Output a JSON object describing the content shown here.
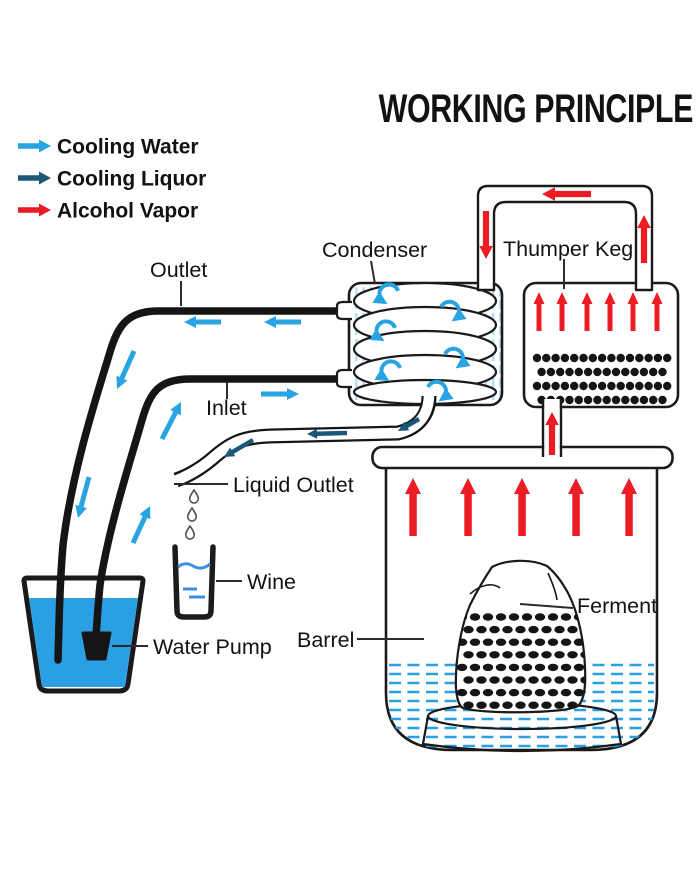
{
  "title": "WORKING PRINCIPLE",
  "legend": {
    "items": [
      {
        "label": "Cooling Water",
        "color": "#29A4E2"
      },
      {
        "label": "Cooling Liquor",
        "color": "#1B5878"
      },
      {
        "label": "Alcohol Vapor",
        "color": "#EC1C24"
      }
    ]
  },
  "labels": {
    "condenser": "Condenser",
    "thumper_keg": "Thumper Keg",
    "outlet": "Outlet",
    "inlet": "Inlet",
    "liquid_outlet": "Liquid Outlet",
    "wine": "Wine",
    "water_pump": "Water Pump",
    "barrel": "Barrel",
    "ferment": "Ferment"
  },
  "colors": {
    "cooling_water": "#29A4E2",
    "cooling_liquor": "#1B5878",
    "alcohol_vapor": "#EC1C24",
    "water_fill": "#2B9FE4",
    "wine_mark": "#3F8FE0",
    "condenser_stripe": "#A8DEF4",
    "outline": "#1A1A1A"
  }
}
